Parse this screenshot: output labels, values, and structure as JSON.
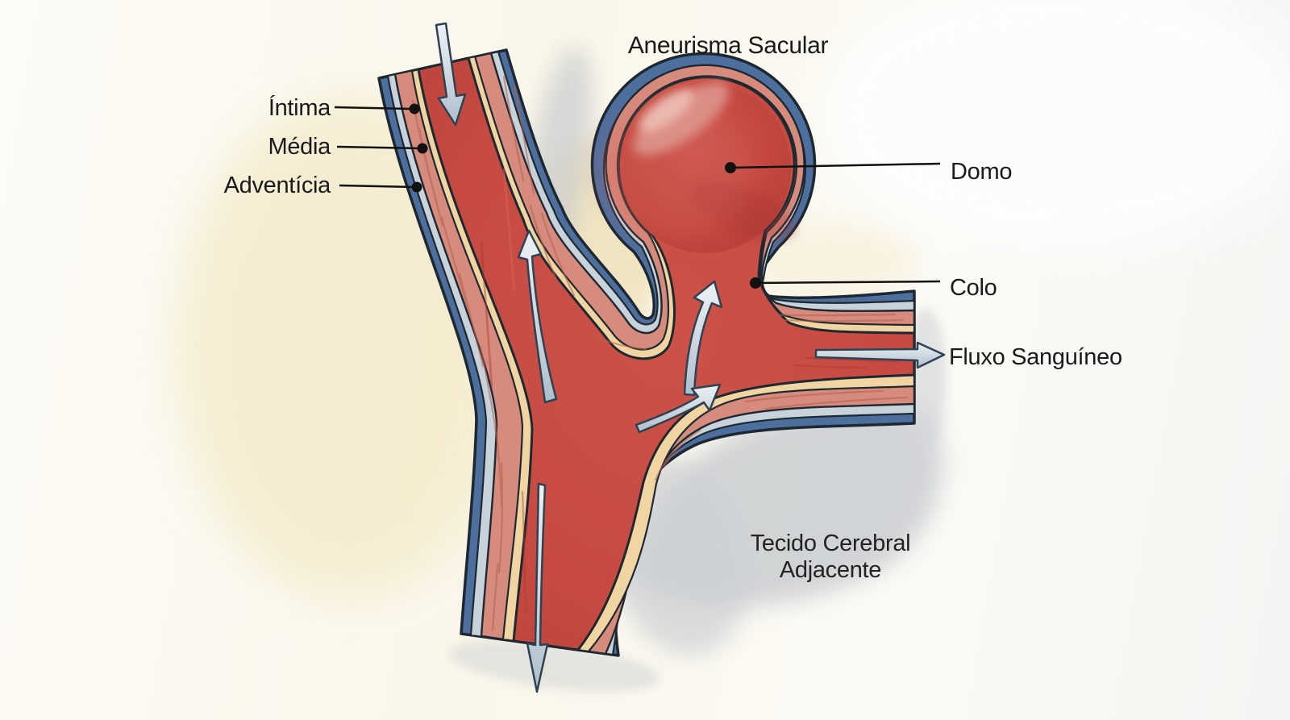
{
  "diagram": {
    "title": "Aneurisma Sacular",
    "vessel_wall_labels": {
      "intima": "Íntima",
      "media": "Média",
      "adventicia": "Adventícia"
    },
    "aneurysm_part_labels": {
      "dome": "Domo",
      "neck": "Colo"
    },
    "flow_label": "Fluxo Sanguíneo",
    "tissue_label": {
      "line1": "Tecido Cerebral",
      "line2": "Adjacente"
    },
    "colors": {
      "adventitia_blue": "#4d6f9e",
      "adventitia_light_blue": "#c7d2db",
      "media_pink": "#d78b7c",
      "media_streak": "#b4604f",
      "intima_cream": "#f0d5a3",
      "lumen_red": "#c64a41",
      "dome_red": "#c34841",
      "outline_dark": "#1d2830",
      "flow_arrow_fill": "#c3d0db",
      "background_cream": "#fbf8ee",
      "tissue_shadow_gray": "#c9cdd0",
      "label_text": "#1a1a1a"
    }
  }
}
